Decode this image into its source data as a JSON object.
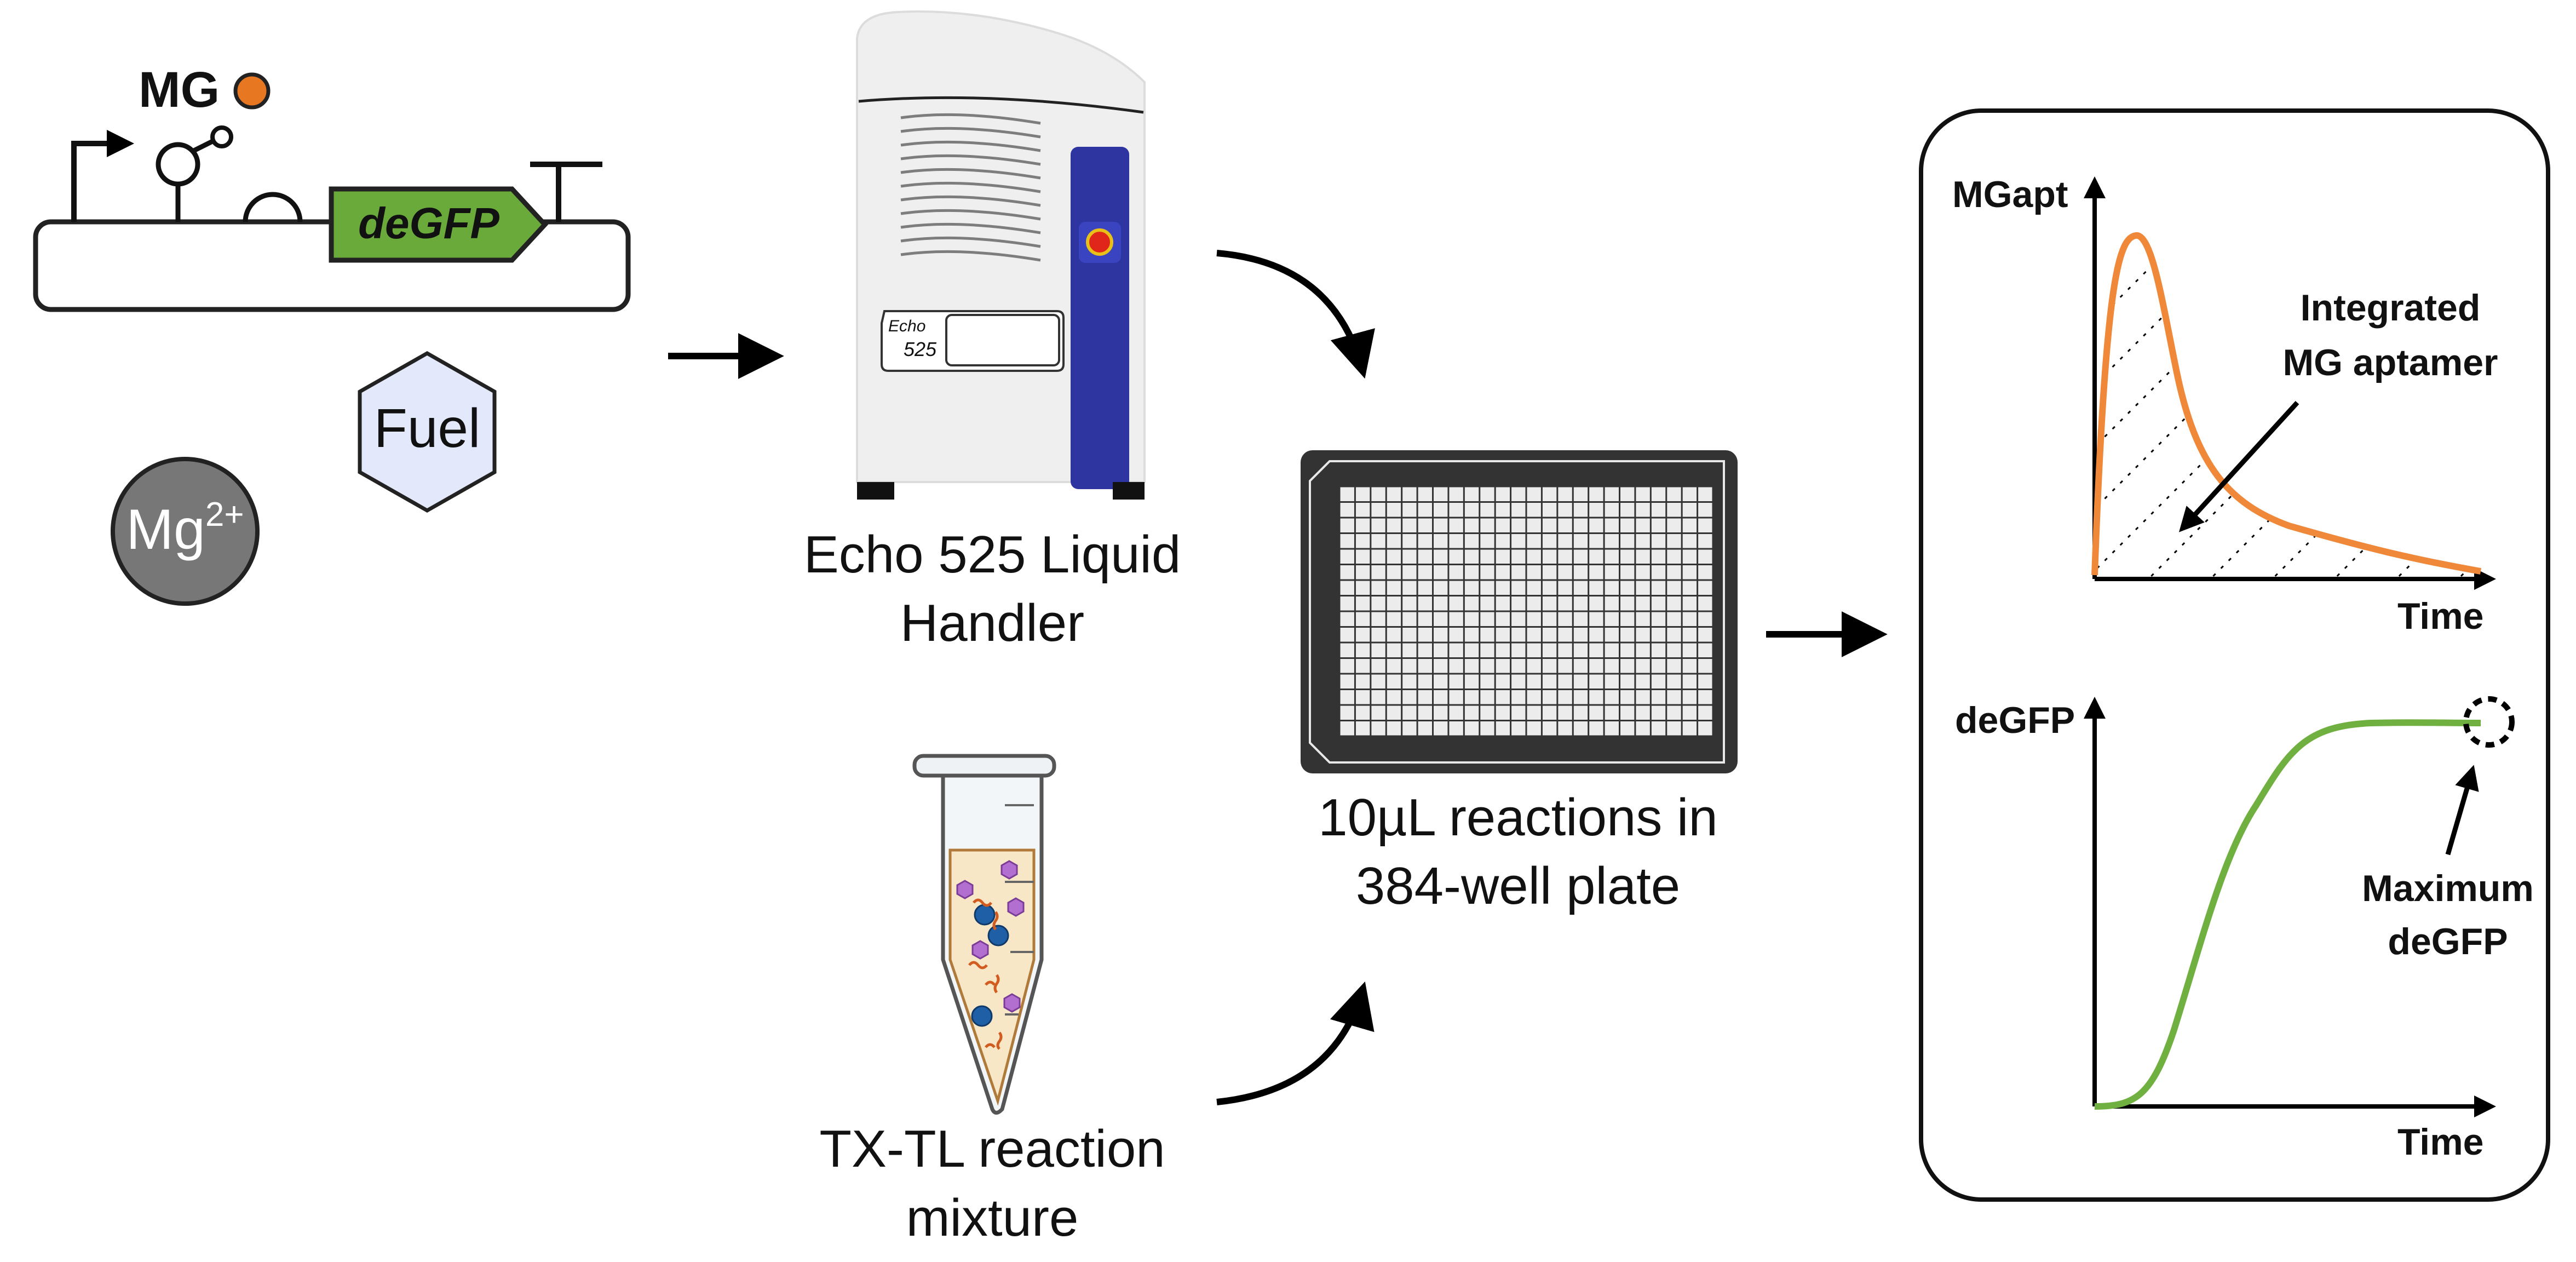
{
  "construct": {
    "ligand_label": "MG",
    "gene_label": "deGFP",
    "fuel_label": "Fuel",
    "mg_ion_base": "Mg",
    "mg_ion_charge": "2+"
  },
  "handler": {
    "brand_top": "Echo",
    "brand_model": "525",
    "caption_line1": "Echo 525 Liquid",
    "caption_line2": "Handler"
  },
  "tube": {
    "caption_line1": "TX-TL reaction",
    "caption_line2": "mixture"
  },
  "plate": {
    "caption_line1": "10µL reactions in",
    "caption_line2": "384-well plate",
    "rows": 16,
    "cols": 24
  },
  "results": {
    "top_plot": {
      "y_label": "MGapt",
      "x_label": "Time",
      "annotation_line1": "Integrated",
      "annotation_line2": "MG aptamer"
    },
    "bottom_plot": {
      "y_label": "deGFP",
      "x_label": "Time",
      "annotation_line1": "Maximum",
      "annotation_line2": "deGFP"
    }
  },
  "colors": {
    "ligand": "#e87722",
    "gene": "#6aaa3a",
    "fuel_fill": "#e3e9fb",
    "mg_ion": "#777777",
    "handler_stripe": "#2e35a0",
    "mg_curve": "#f0883a",
    "degfp_curve": "#70b040"
  }
}
